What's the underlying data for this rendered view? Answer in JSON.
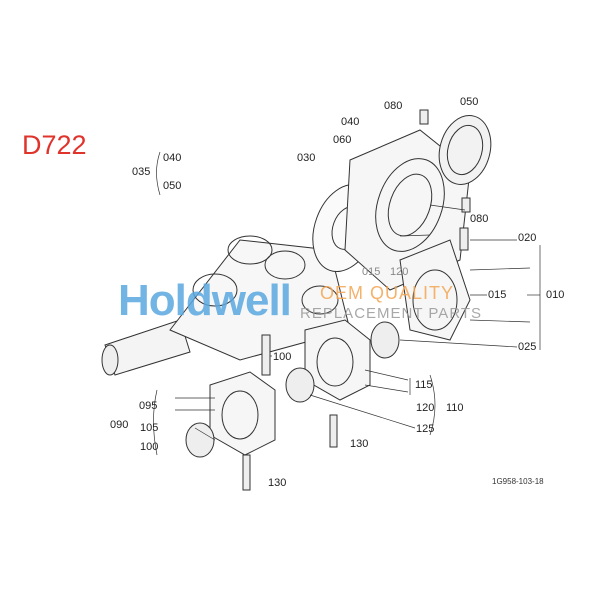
{
  "model": "D722",
  "drawing_code": "1G958-103-18",
  "watermark": {
    "brand": "Holdwell",
    "line1": "OEM QUALITY",
    "line2": "REPLACEMENT PARTS"
  },
  "colors": {
    "model": "#e0332b",
    "brand_blue": "#5aa8e0",
    "brand_orange": "#f3a552"
  },
  "labels": {
    "l035": "035",
    "l040a": "040",
    "l050a": "050",
    "l080a": "080",
    "l050b": "050",
    "l040b": "040",
    "l060": "060",
    "l030": "030",
    "l080b": "080",
    "l020": "020",
    "l015": "015",
    "l010": "010",
    "l025": "025",
    "l015f": "015",
    "l120f": "120",
    "l100a": "100",
    "l115": "115",
    "l120": "120",
    "l110": "110",
    "l125": "125",
    "l095": "095",
    "l090": "090",
    "l105": "105",
    "l100b": "100",
    "l130a": "130",
    "l130b": "130"
  }
}
